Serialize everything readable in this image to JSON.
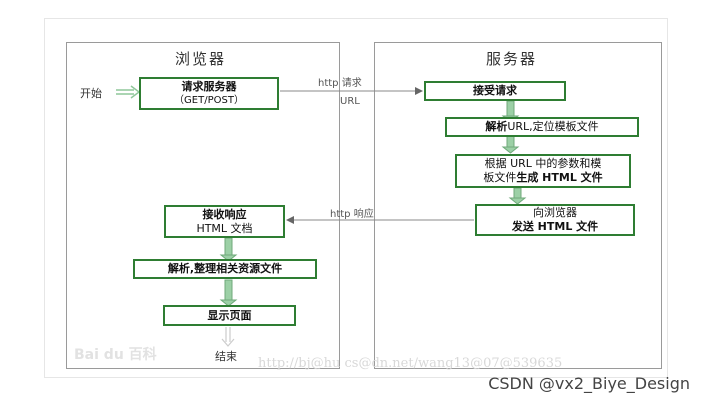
{
  "browser": {
    "title": "浏览器",
    "start": "开始",
    "request_box": {
      "line1": "请求服务器",
      "line2": "（GET/POST）"
    },
    "receive_box": {
      "line1": "接收响应",
      "line2": "HTML 文档"
    },
    "parse_box": "解析,整理相关资源文件",
    "show_box": "显示页面",
    "end": "结束"
  },
  "server": {
    "title": "服务器",
    "accept_box": "接受请求",
    "locate_box": {
      "bold": "解析",
      "rest": " URL,定位模板文件"
    },
    "generate_box": {
      "line1": "根据 URL 中的参数和模",
      "line2_plain": "板文件",
      "line2_bold": "生成 HTML 文件"
    },
    "send_box": {
      "line1": "向浏览器",
      "line2": "发送 HTML 文件"
    }
  },
  "arrows": {
    "request_label": "http 请求",
    "url_label": "URL",
    "response_label": "http 响应"
  },
  "watermarks": {
    "baidu": "Bai du 百科",
    "url": "http://bj@hu cs@dn.net/wang13@07@539635"
  },
  "credit": "CSDN @vx2_Biye_Design",
  "colors": {
    "box_border": "#2e7d32",
    "arrow": "#8fc79a",
    "line": "#888888"
  }
}
